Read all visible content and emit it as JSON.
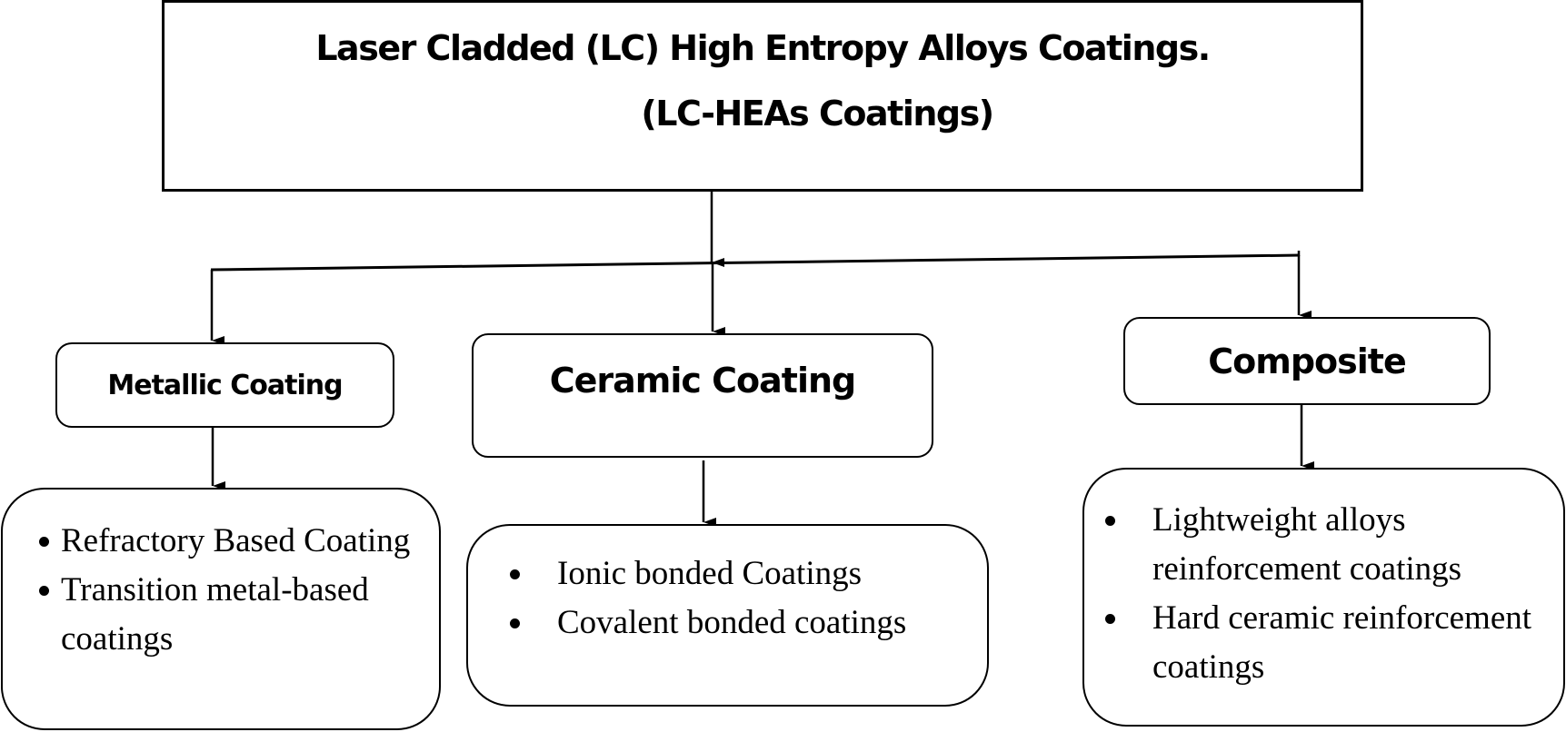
{
  "diagram": {
    "type": "hierarchy",
    "colors": {
      "stroke": "#000000",
      "background": "#ffffff",
      "text": "#000000"
    },
    "root": {
      "title_line1": "Laser Cladded (LC) High Entropy Alloys Coatings.",
      "title_line2": "(LC-HEAs Coatings)"
    },
    "categories": [
      {
        "label": "Metallic Coating",
        "items": [
          "Refractory Based Coating",
          "Transition metal-based coatings"
        ]
      },
      {
        "label": "Ceramic Coating",
        "items": [
          "Ionic bonded Coatings",
          "Covalent bonded coatings"
        ]
      },
      {
        "label": "Composite",
        "items": [
          "Lightweight alloys reinforcement coatings",
          "Hard ceramic reinforcement coatings"
        ]
      }
    ],
    "edges": [
      {
        "from": "root",
        "to": "Metallic Coating"
      },
      {
        "from": "root",
        "to": "Ceramic Coating"
      },
      {
        "from": "root",
        "to": "Composite"
      },
      {
        "from": "Metallic Coating",
        "to": "metallic-list"
      },
      {
        "from": "Ceramic Coating",
        "to": "ceramic-list"
      },
      {
        "from": "Composite",
        "to": "composite-list"
      }
    ]
  }
}
